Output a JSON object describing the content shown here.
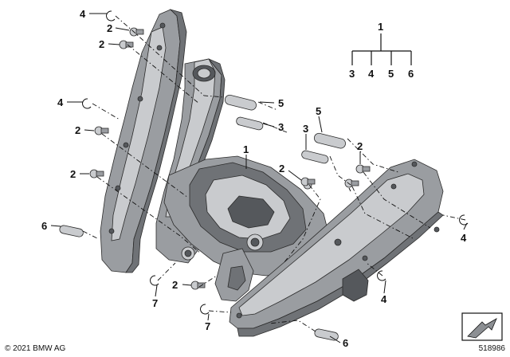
{
  "callouts": {
    "top_left_4": "4",
    "top_left_2a": "2",
    "top_left_2b": "2",
    "left_4": "4",
    "left_2a": "2",
    "left_2b": "2",
    "left_6": "6",
    "center_5": "5",
    "center_3": "3",
    "center_1": "1",
    "right_5": "5",
    "right_3": "3",
    "right_2a": "2",
    "right_2b": "2",
    "right_4a": "4",
    "right_4b": "4",
    "bottom_7a": "7",
    "bottom_2": "2",
    "bottom_7b": "7",
    "bottom_6": "6"
  },
  "legend_tree": {
    "root": "1",
    "children": [
      "3",
      "4",
      "5",
      "6"
    ]
  },
  "footer": {
    "copyright": "© 2021 BMW AG",
    "diagram_id": "518986"
  },
  "icons": {
    "view_indicator": "view-direction-icon"
  }
}
